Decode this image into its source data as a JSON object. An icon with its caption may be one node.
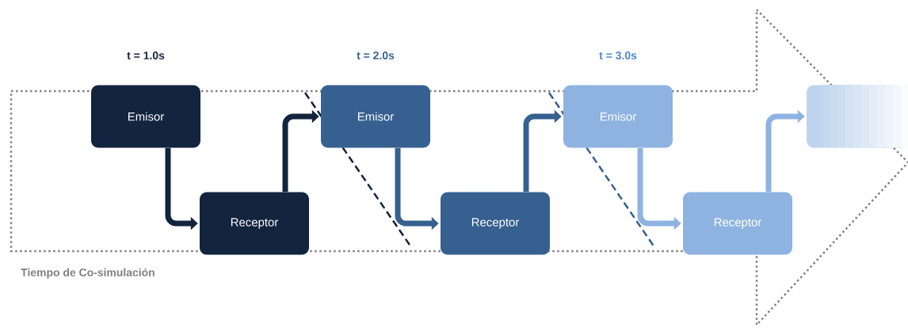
{
  "diagram": {
    "nodes": [
      {
        "text": [
          "Emisor"
        ]
      },
      {
        "text": [
          "Receptor"
        ]
      },
      {
        "text": [
          "Emisor"
        ]
      },
      {
        "text": [
          "Receptor"
        ]
      },
      {
        "text": [
          "Emisor"
        ]
      },
      {
        "text": [
          "Receptor"
        ]
      },
      {
        "text": [],
        "shape": "box"
      }
    ],
    "edges": [
      {
        "from": 0,
        "to": 1,
        "arrow": "to",
        "color": "#13243f"
      },
      {
        "from": 1,
        "to": 2,
        "arrow": "to",
        "color": "#13243f"
      },
      {
        "from": 2,
        "to": 3,
        "arrow": "to",
        "color": "#36608f"
      },
      {
        "from": 3,
        "to": 4,
        "arrow": "to",
        "color": "#36608f"
      },
      {
        "from": 4,
        "to": 5,
        "arrow": "to",
        "color": "#8fb3e1"
      },
      {
        "from": 5,
        "to": 6,
        "arrow": "to",
        "color": "#8fb3e1"
      }
    ],
    "labels": [
      "t = 1.0s",
      "t = 2.0s",
      "t = 3.0s",
      "Tiempo de Co-simulación"
    ]
  }
}
